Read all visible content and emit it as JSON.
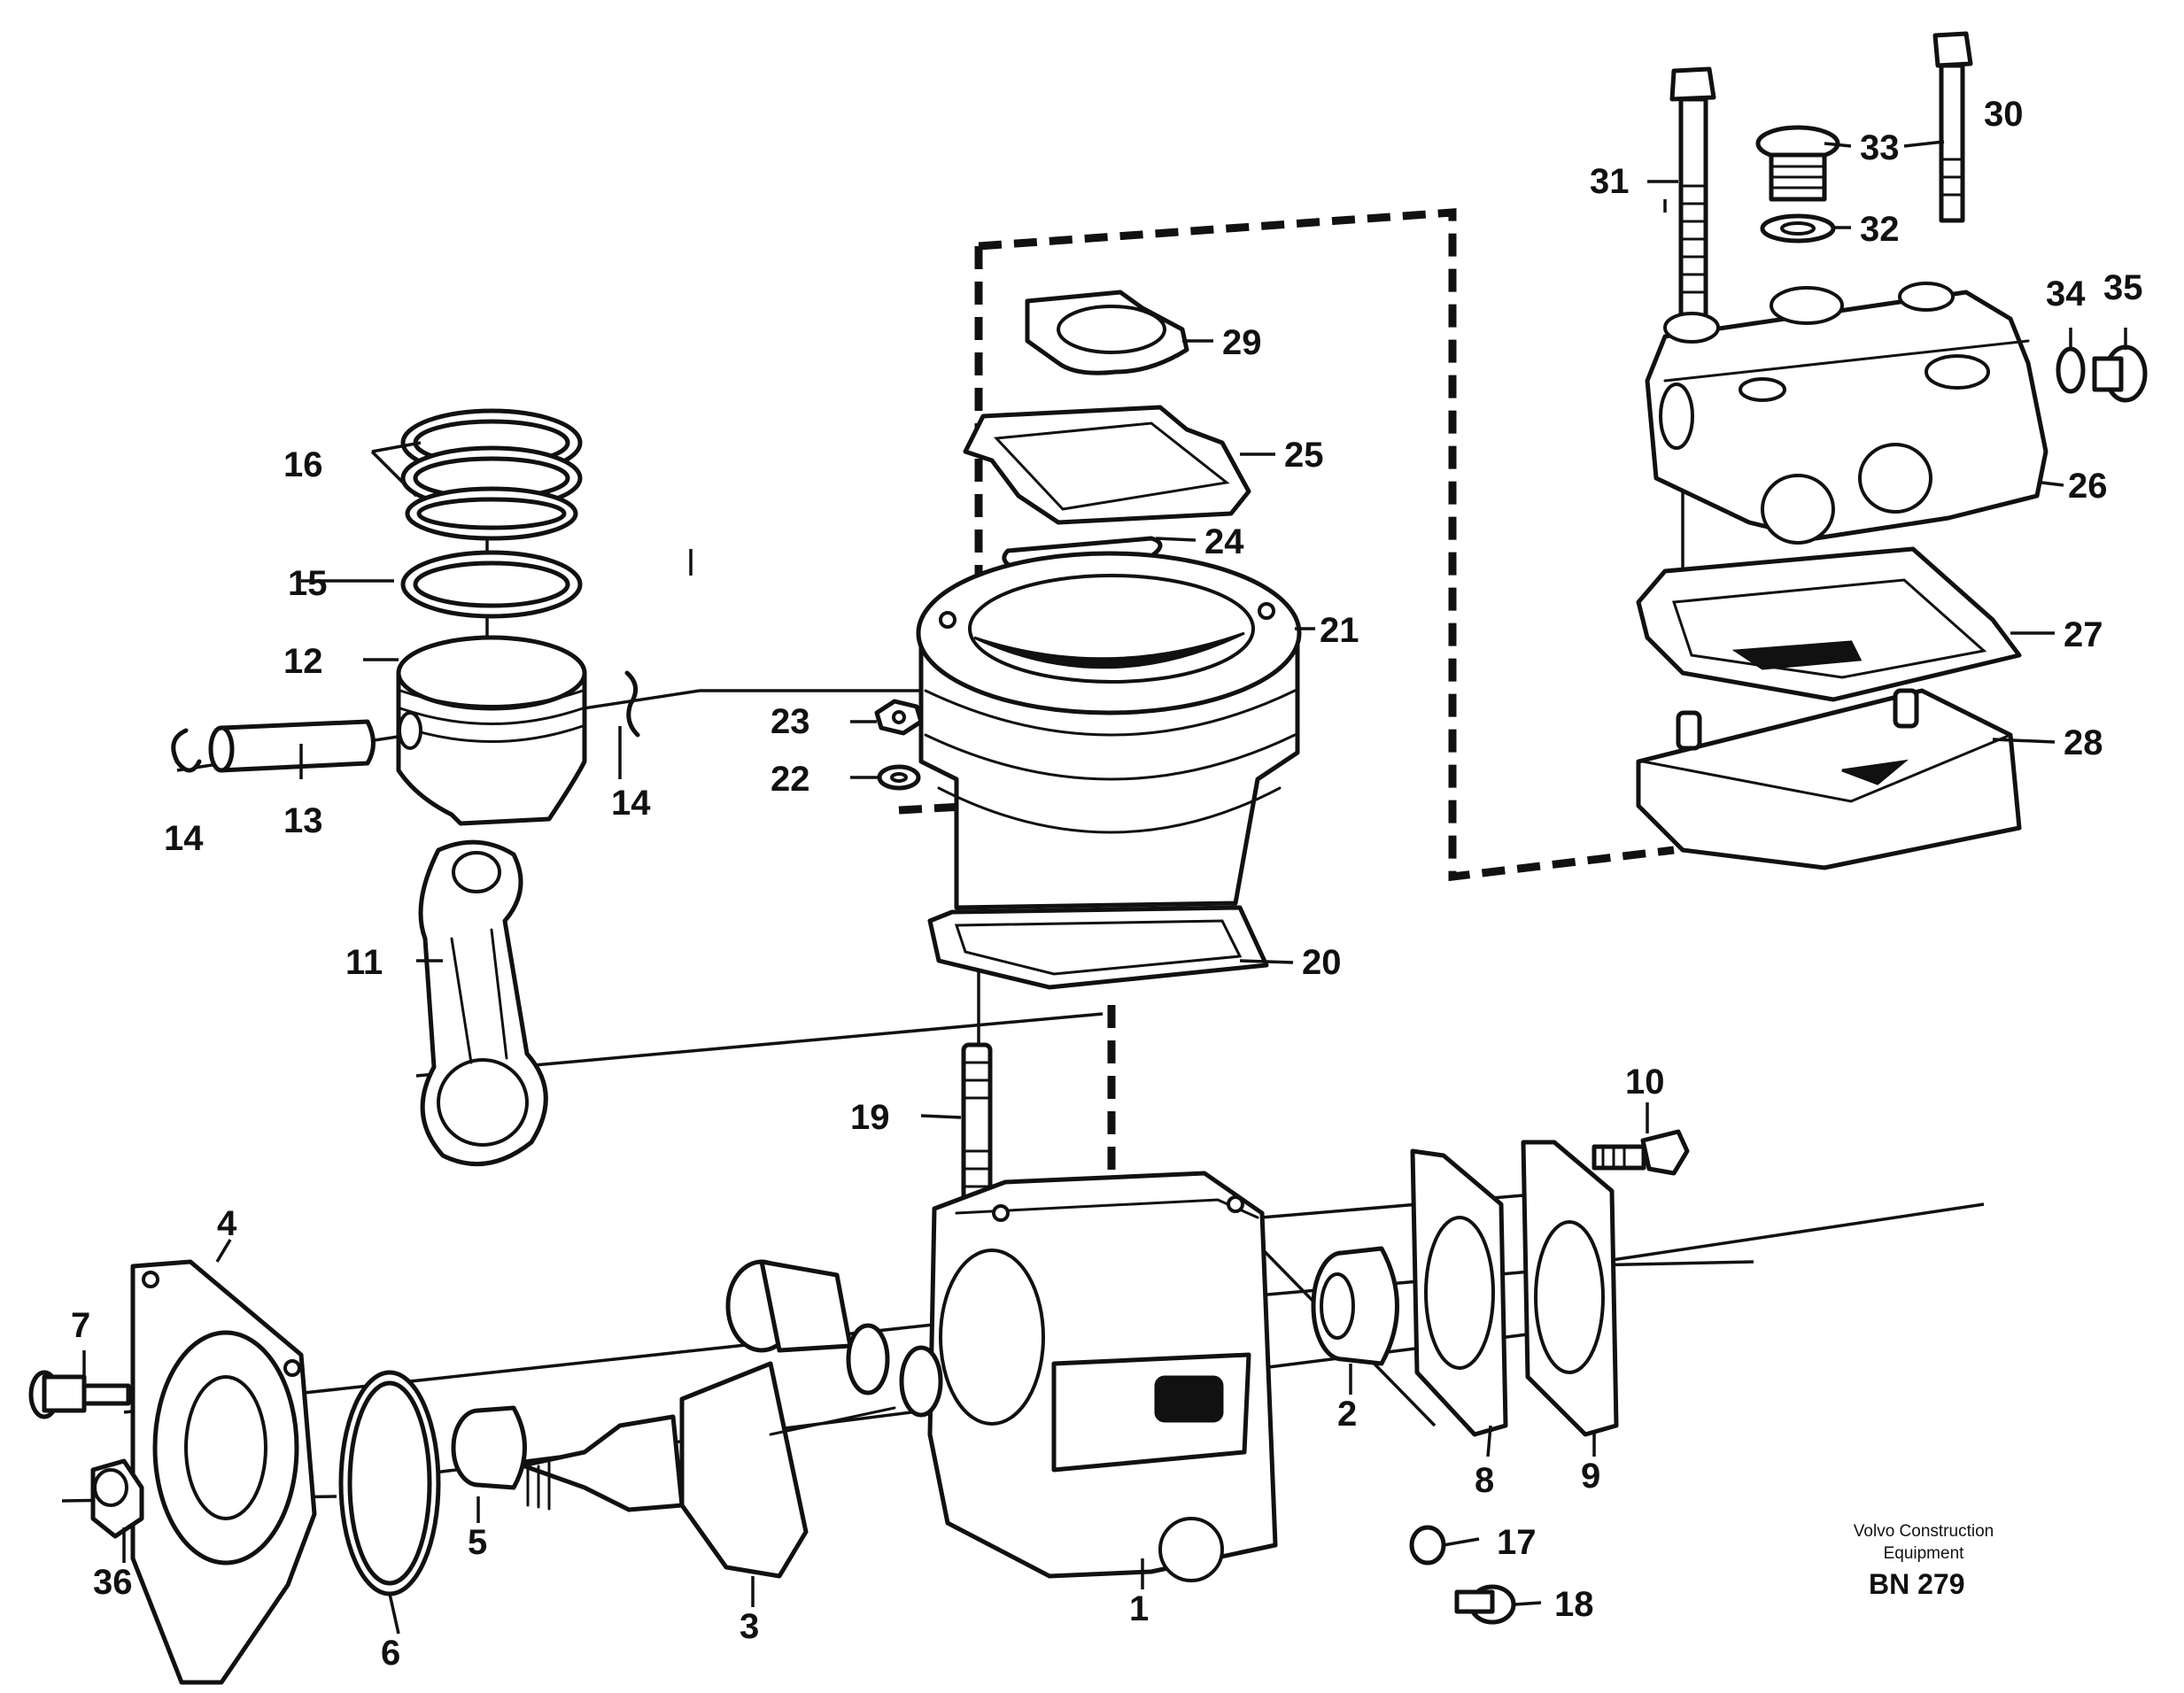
{
  "diagram": {
    "callouts": {
      "c1": "1",
      "c2": "2",
      "c3": "3",
      "c4": "4",
      "c5": "5",
      "c6": "6",
      "c7": "7",
      "c8": "8",
      "c9": "9",
      "c10": "10",
      "c11": "11",
      "c12": "12",
      "c13": "13",
      "c14a": "14",
      "c14b": "14",
      "c15": "15",
      "c16": "16",
      "c17": "17",
      "c18": "18",
      "c19": "19",
      "c20": "20",
      "c21": "21",
      "c22": "22",
      "c23": "23",
      "c24": "24",
      "c25": "25",
      "c26": "26",
      "c27": "27",
      "c28": "28",
      "c29": "29",
      "c30": "30",
      "c31": "31",
      "c32": "32",
      "c33": "33",
      "c34": "34",
      "c35": "35",
      "c36": "36"
    }
  },
  "footer": {
    "brand_line1": "Volvo Construction",
    "brand_line2": "Equipment",
    "code": "BN 279"
  }
}
